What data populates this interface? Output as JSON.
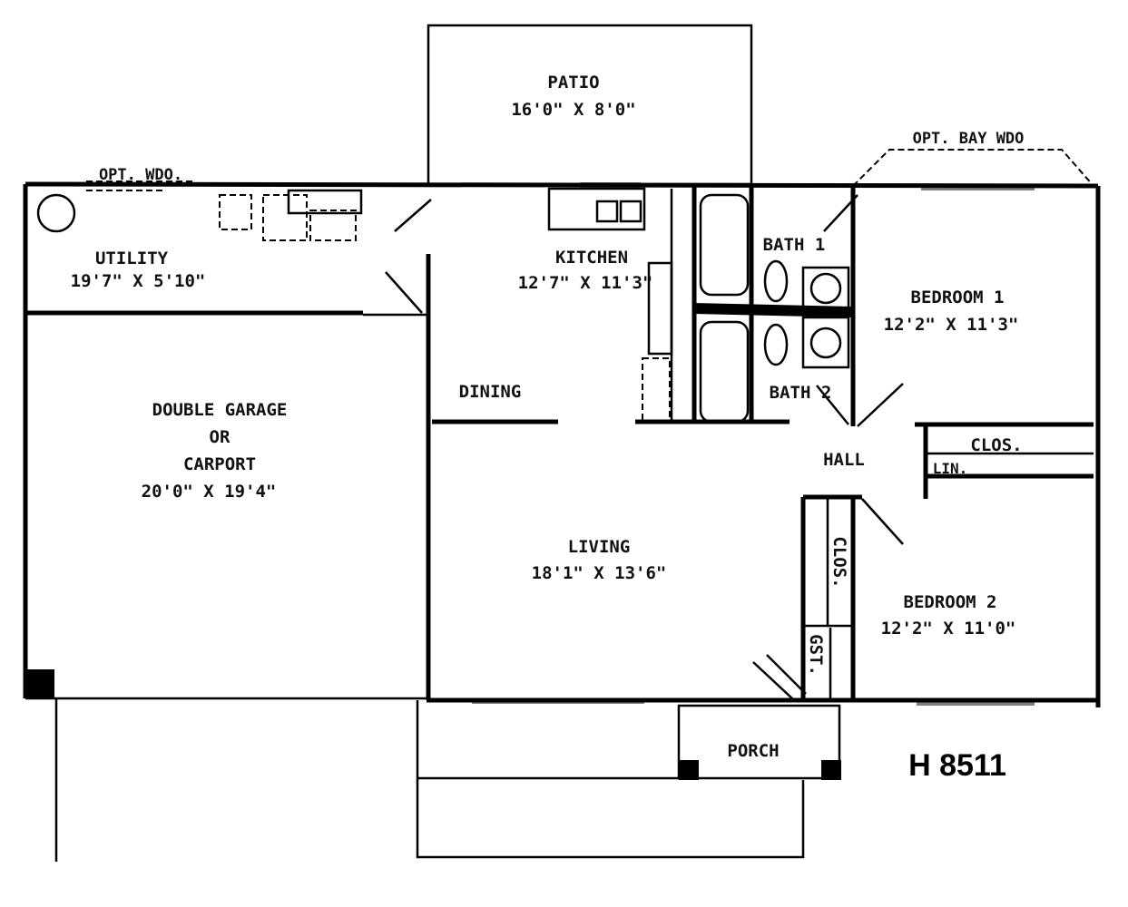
{
  "plan_id": "H 8511",
  "rooms": {
    "patio": {
      "name": "PATIO",
      "size": "16'0\" X 8'0\""
    },
    "utility": {
      "name": "UTILITY",
      "size": "19'7\" X 5'10\""
    },
    "kitchen": {
      "name": "KITCHEN",
      "size": "12'7\" X 11'3\""
    },
    "bath1": {
      "name": "BATH 1"
    },
    "bath2": {
      "name": "BATH 2"
    },
    "bedroom1": {
      "name": "BEDROOM 1",
      "size": "12'2\" X 11'3\""
    },
    "bedroom2": {
      "name": "BEDROOM 2",
      "size": "12'2\" X 11'0\""
    },
    "dining": {
      "name": "DINING"
    },
    "garage": {
      "line1": "DOUBLE GARAGE",
      "line2": "OR",
      "line3": "CARPORT",
      "size": "20'0\" X 19'4\""
    },
    "living": {
      "name": "LIVING",
      "size": "18'1\" X 13'6\""
    },
    "hall": {
      "name": "HALL"
    },
    "closet_hall": {
      "name": "CLOS."
    },
    "linen": {
      "name": "LIN."
    },
    "closet_bed2": {
      "name": "CLOS."
    },
    "guest_closet": {
      "name": "GST."
    },
    "porch": {
      "name": "PORCH"
    }
  },
  "notes": {
    "opt_window": "OPT. WDO.",
    "opt_bay_window": "OPT. BAY WDO"
  }
}
